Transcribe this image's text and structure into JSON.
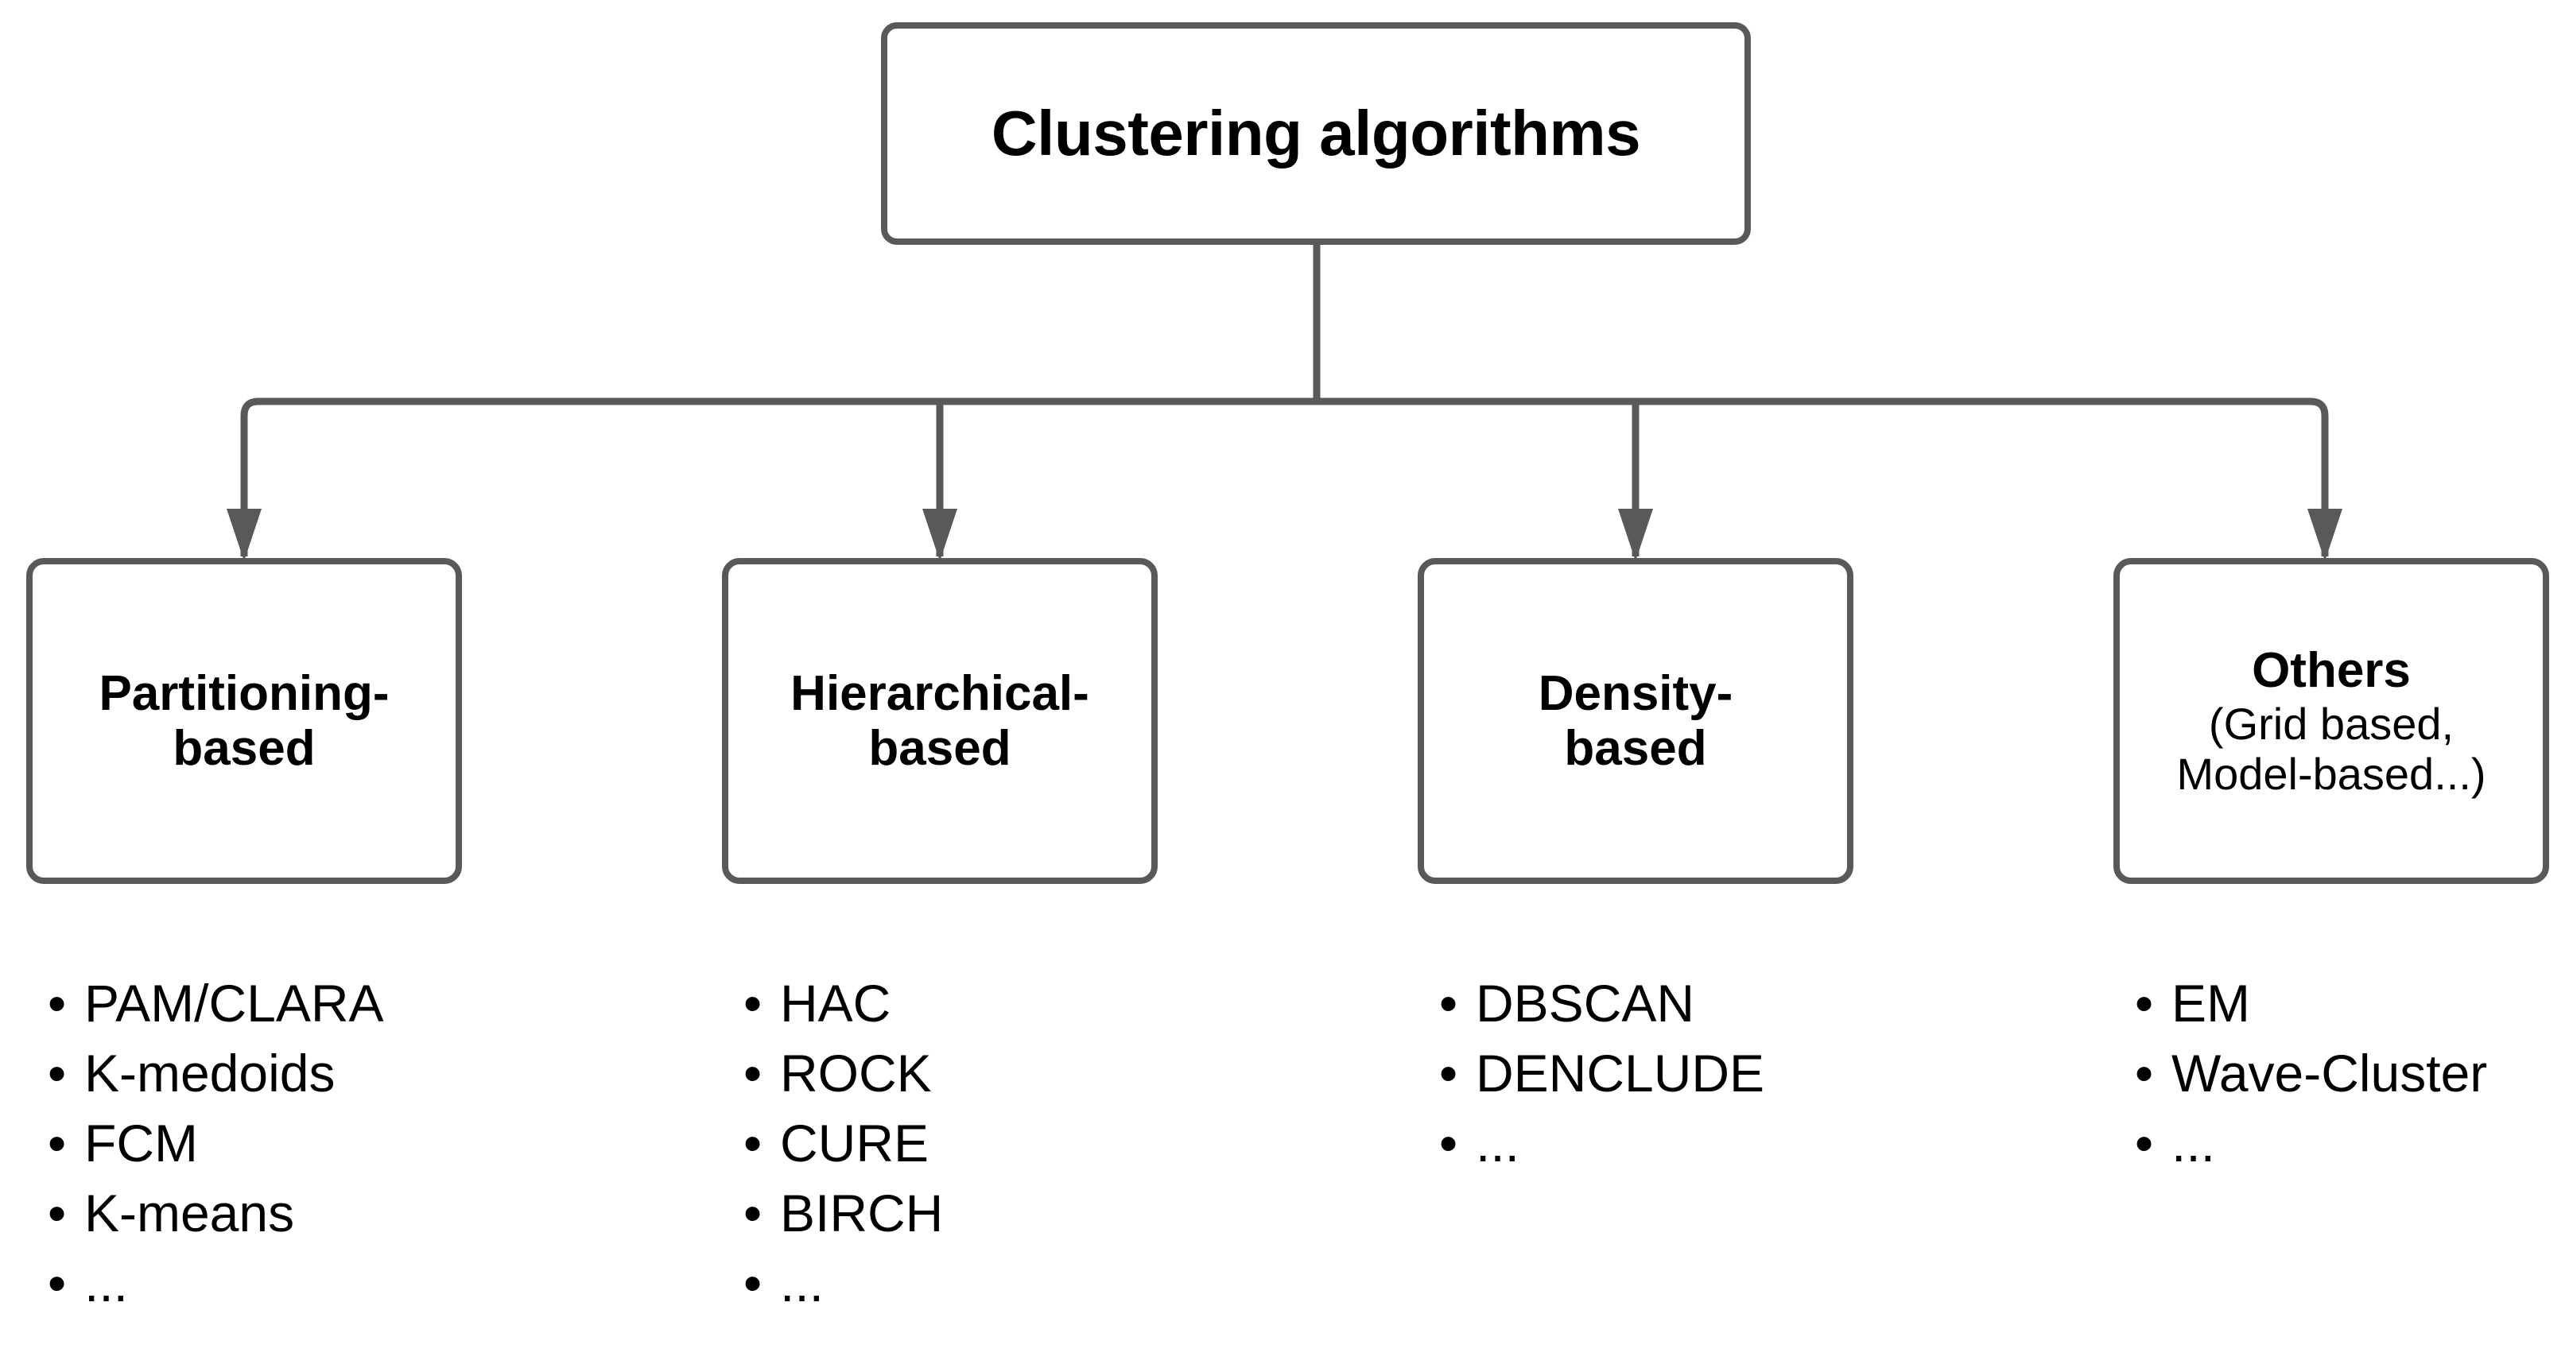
{
  "diagram": {
    "title": "Clustering algorithms",
    "root": {
      "label": "Clustering algorithms"
    },
    "categories": [
      {
        "id": "partitioning-based",
        "title": "Partitioning-\nbased",
        "subtitle": "",
        "algorithms": [
          "PAM/CLARA",
          "K-medoids",
          "FCM",
          "K-means",
          "..."
        ]
      },
      {
        "id": "hierarchical-based",
        "title": "Hierarchical-\nbased",
        "subtitle": "",
        "algorithms": [
          "HAC",
          "ROCK",
          "CURE",
          "BIRCH",
          "..."
        ]
      },
      {
        "id": "density-based",
        "title": "Density-\nbased",
        "subtitle": "",
        "algorithms": [
          "DBSCAN",
          "DENCLUDE",
          "..."
        ]
      },
      {
        "id": "others",
        "title": "Others",
        "subtitle": "(Grid based,\nModel-based...)",
        "algorithms": [
          "EM",
          "Wave-Cluster",
          "..."
        ]
      }
    ],
    "bullet_glyph": "•",
    "colors": {
      "box_border": "#595959",
      "connector": "#595959",
      "text": "#000000",
      "background": "#ffffff"
    }
  }
}
